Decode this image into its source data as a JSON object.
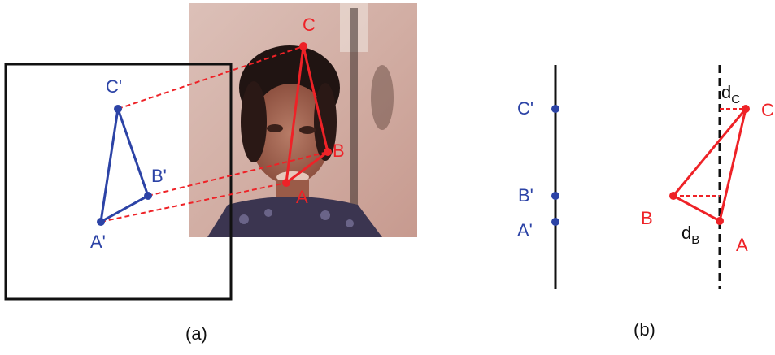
{
  "colors": {
    "blue": "#2c43a6",
    "red": "#ee2227",
    "black": "#111111",
    "photo_background": "#d4b0a6"
  },
  "panel_a": {
    "caption": "(a)",
    "blue_labels": {
      "a": "A'",
      "b": "B'",
      "c": "C'"
    },
    "red_labels": {
      "a": "A",
      "b": "B",
      "c": "C"
    }
  },
  "panel_b": {
    "caption": "(b)",
    "blue_labels": {
      "a": "A'",
      "b": "B'",
      "c": "C'"
    },
    "red_labels": {
      "a": "A",
      "b": "B",
      "c": "C"
    },
    "distance_labels": {
      "dc": {
        "base": "d",
        "sub": "C"
      },
      "db": {
        "base": "d",
        "sub": "B"
      }
    }
  }
}
